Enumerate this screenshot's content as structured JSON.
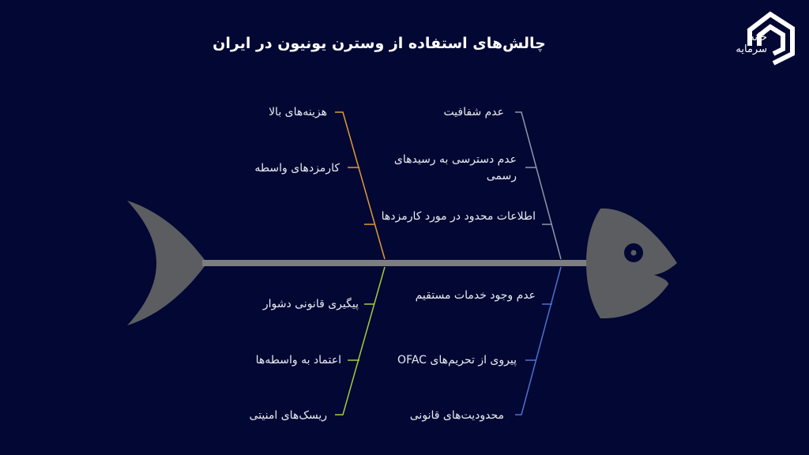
{
  "title": "چالش‌های استفاده از وسترن یونیون در ایران",
  "logo": {
    "text_line1": "خانه",
    "text_line2": "سرمایه",
    "icon": "house-logo-icon"
  },
  "colors": {
    "background": "#020833",
    "fish": "#5c5d61",
    "spine": "#7d7e82",
    "branch_top_left": "#e0983a",
    "branch_top_right": "#8e95ab",
    "branch_bottom_left": "#a9c83e",
    "branch_bottom_right": "#4f6fd1"
  },
  "categories": {
    "top_left": [
      "هزینه‌های بالا",
      "کارمزدهای واسطه",
      ""
    ],
    "top_right": [
      "عدم شفافیت",
      "عدم دسترسی به رسیدهای رسمی",
      "اطلاعات محدود در مورد کارمزدها"
    ],
    "bottom_left": [
      "پیگیری قانونی دشوار",
      "اعتماد به واسطه‌ها",
      "ریسک‌های امنیتی"
    ],
    "bottom_right": [
      "عدم وجود خدمات مستقیم",
      "پیروی از تحریم‌های OFAC",
      "محدودیت‌های قانونی"
    ]
  }
}
